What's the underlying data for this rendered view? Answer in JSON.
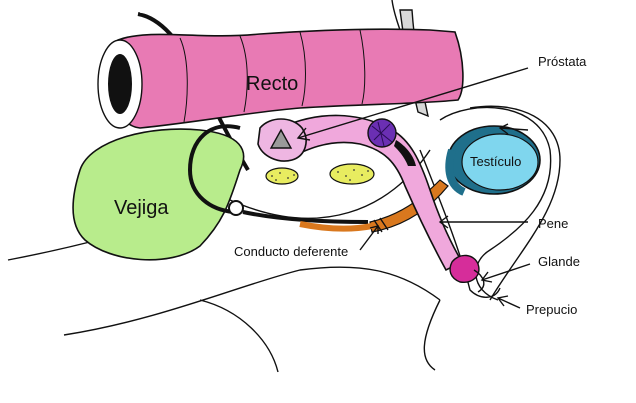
{
  "labels": {
    "rectum": "Recto",
    "bladder": "Vejiga",
    "testicle": "Testículo",
    "prostate": "Próstata",
    "penis": "Pene",
    "glans": "Glande",
    "foreskin": "Prepucio",
    "vas_deferens": "Conducto deferente"
  },
  "colors": {
    "rectum": "#e87ab4",
    "bladder": "#b8ec8c",
    "testicle": "#7fd6ee",
    "testicle_rim": "#1f6f8b",
    "penis": "#f0a8dc",
    "prostate": "#eeb6e2",
    "glans": "#d62d9a",
    "seminal_vesicle": "#e8ec60",
    "vas_deferens": "#d9781e",
    "gland": "#6b2fb3",
    "outline": "#111111"
  }
}
